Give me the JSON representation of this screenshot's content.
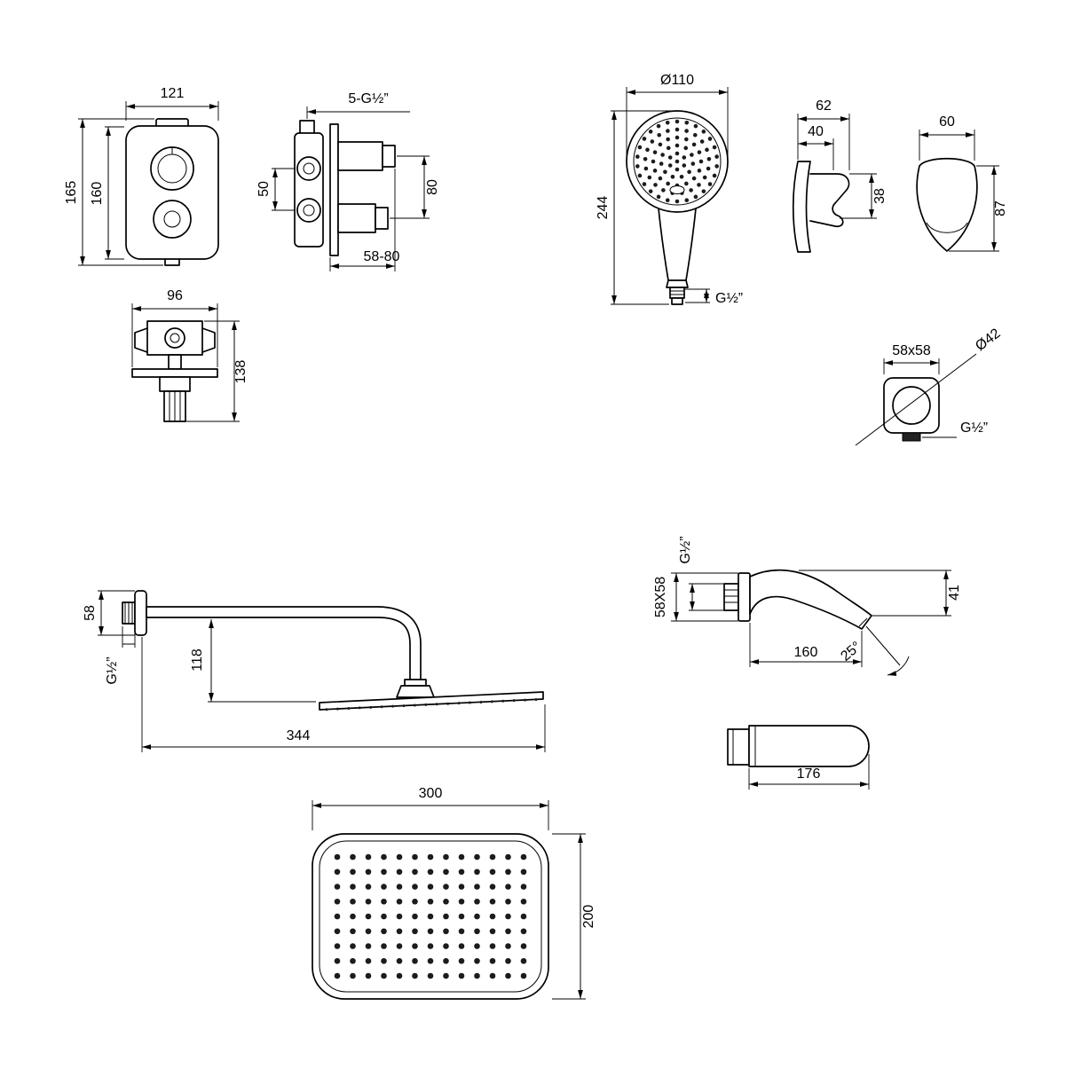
{
  "drawing": {
    "valve_front": {
      "width": "121",
      "height_outer": "165",
      "height_inner": "160"
    },
    "valve_side": {
      "thread": "5-G½”",
      "port_spacing": "50",
      "outlet_spacing": "80",
      "depth_range": "58-80"
    },
    "valve_section": {
      "width": "96",
      "height": "138"
    },
    "hand_shower": {
      "head_diameter": "Ø110",
      "length": "244",
      "thread": "G½”"
    },
    "holder_side": {
      "depth": "62",
      "inner_depth": "40",
      "hook_height": "38"
    },
    "holder_front": {
      "width": "60",
      "height": "87"
    },
    "escutcheon": {
      "plate": "58x58",
      "hole": "Ø42",
      "thread": "G½”"
    },
    "shower_arm": {
      "flange": "58",
      "thread": "G½”",
      "drop": "118",
      "reach": "344"
    },
    "spout_side": {
      "thread": "G½”",
      "flange": "58X58",
      "tip_drop": "41",
      "reach": "160",
      "angle": "25°"
    },
    "spout_top": {
      "length": "176"
    },
    "head_top": {
      "width": "300",
      "depth": "200",
      "nozzle_cols": 13,
      "nozzle_rows": 9
    }
  }
}
